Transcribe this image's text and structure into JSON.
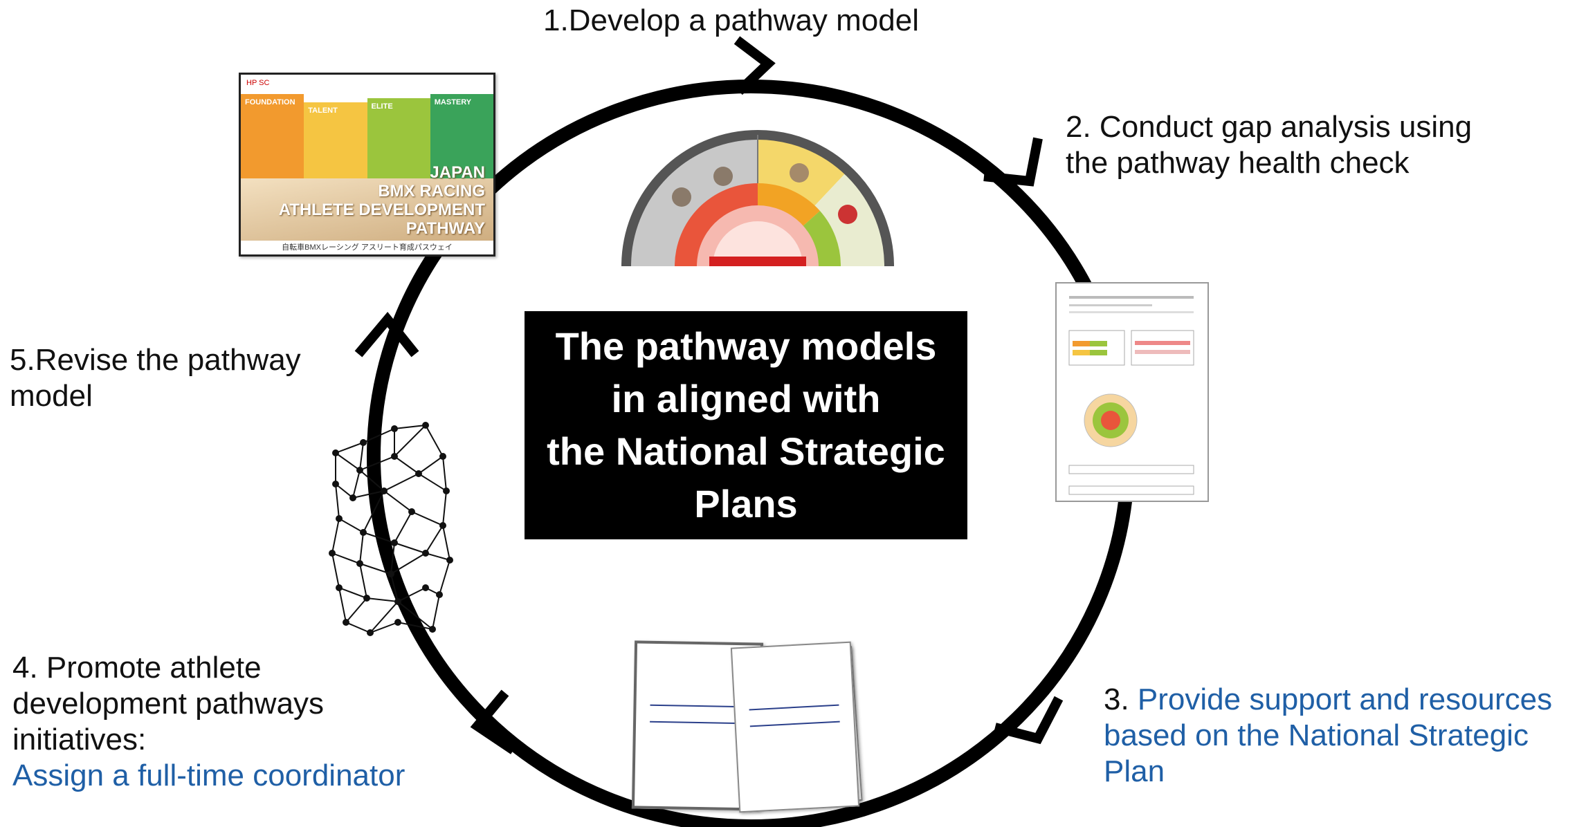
{
  "steps": {
    "step1": "1.Develop a pathway model",
    "step2_line1": "2. Conduct gap analysis using",
    "step2_line2": "the pathway health check",
    "step3_prefix": "3. ",
    "step3_line1": "Provide support and resources",
    "step3_line2": "based on the National Strategic Plan",
    "step4_line1": "4. Promote athlete",
    "step4_line2": "development pathways",
    "step4_line3": "initiatives:",
    "step4_line4": "Assign a full-time coordinator",
    "step5_line1": "5.Revise the pathway",
    "step5_line2": "model"
  },
  "center": {
    "line1": "The pathway models",
    "line2": "in aligned with",
    "line3": "the National Strategic",
    "line4": "Plans"
  },
  "poster": {
    "columns": [
      "FOUNDATION",
      "TALENT",
      "ELITE",
      "MASTERY"
    ],
    "title_line1": "JAPAN",
    "title_line2": "BMX RACING",
    "title_line3": "ATHLETE DEVELOPMENT",
    "title_line4": "PATHWAY",
    "footer": "自転車BMXレーシング アスリート育成パスウェイ"
  },
  "colors": {
    "accent_blue": "#1f5fa6",
    "foundation": "#f29a2e",
    "talent": "#f5c542",
    "elite": "#9bc53d",
    "mastery": "#3aa35a"
  }
}
